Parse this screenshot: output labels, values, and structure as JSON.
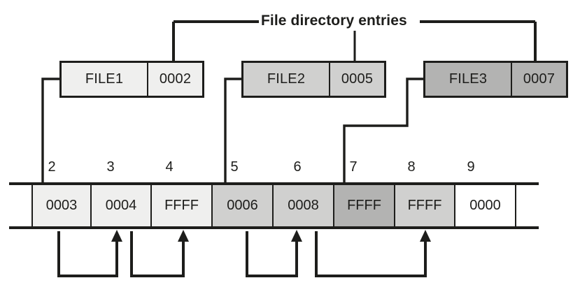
{
  "diagram": {
    "title": "File directory entries",
    "colors": {
      "stroke": "#1d1d1b",
      "background": "#ffffff",
      "shade_light": "#efefee",
      "shade_medium": "#d0d0cf",
      "shade_dark": "#b3b3b2",
      "shade_none": "#ffffff"
    },
    "directory_entries": [
      {
        "name": "FILE1",
        "start_cluster": "0002",
        "shade": "#efefee"
      },
      {
        "name": "FILE2",
        "start_cluster": "0005",
        "shade": "#d0d0cf"
      },
      {
        "name": "FILE3",
        "start_cluster": "0007",
        "shade": "#b3b3b2"
      }
    ],
    "fat_table": {
      "indices": [
        "2",
        "3",
        "4",
        "5",
        "6",
        "7",
        "8",
        "9"
      ],
      "entries": [
        {
          "index": "2",
          "value": "0003",
          "shade": "#efefee"
        },
        {
          "index": "3",
          "value": "0004",
          "shade": "#efefee"
        },
        {
          "index": "4",
          "value": "FFFF",
          "shade": "#efefee"
        },
        {
          "index": "5",
          "value": "0006",
          "shade": "#d0d0cf"
        },
        {
          "index": "6",
          "value": "0008",
          "shade": "#d0d0cf"
        },
        {
          "index": "7",
          "value": "FFFF",
          "shade": "#b3b3b2"
        },
        {
          "index": "8",
          "value": "FFFF",
          "shade": "#d0d0cf"
        },
        {
          "index": "9",
          "value": "0000",
          "shade": "#ffffff"
        }
      ]
    },
    "chain_links": [
      {
        "from": "2",
        "to": "3"
      },
      {
        "from": "3",
        "to": "4"
      },
      {
        "from": "5",
        "to": "6"
      },
      {
        "from": "6",
        "to": "8"
      }
    ]
  }
}
